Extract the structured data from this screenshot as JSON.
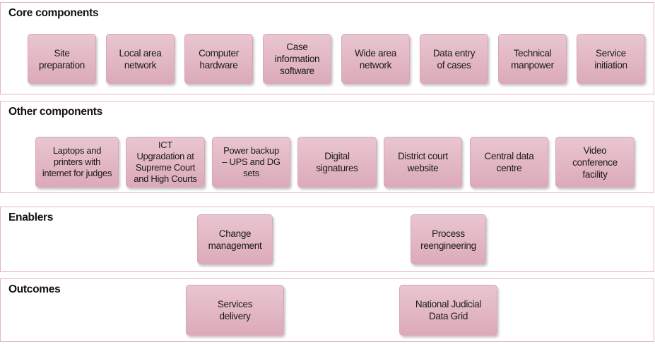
{
  "sections": {
    "core": {
      "title": "Core components",
      "items": [
        "Site\npreparation",
        "Local area\nnetwork",
        "Computer\nhardware",
        "Case\ninformation\nsoftware",
        "Wide area\nnetwork",
        "Data entry\nof cases",
        "Technical\nmanpower",
        "Service\ninitiation"
      ]
    },
    "other": {
      "title": "Other components",
      "items": [
        "Laptops and\nprinters with\ninternet for judges",
        "ICT\nUpgradation at\nSupreme Court\nand High Courts",
        "Power backup\n– UPS and DG\nsets",
        "Digital\nsignatures",
        "District court\nwebsite",
        "Central data\ncentre",
        "Video\nconference\nfacility"
      ]
    },
    "enablers": {
      "title": "Enablers",
      "items": [
        "Change\nmanagement",
        "Process\nreengineering"
      ]
    },
    "outcomes": {
      "title": "Outcomes",
      "items": [
        "Services\ndelivery",
        "National Judicial\nData Grid"
      ]
    }
  },
  "colors": {
    "box_fill_top": "#e9c6d0",
    "box_fill_bottom": "#dcaab9",
    "section_border": "#e3b7c3"
  }
}
